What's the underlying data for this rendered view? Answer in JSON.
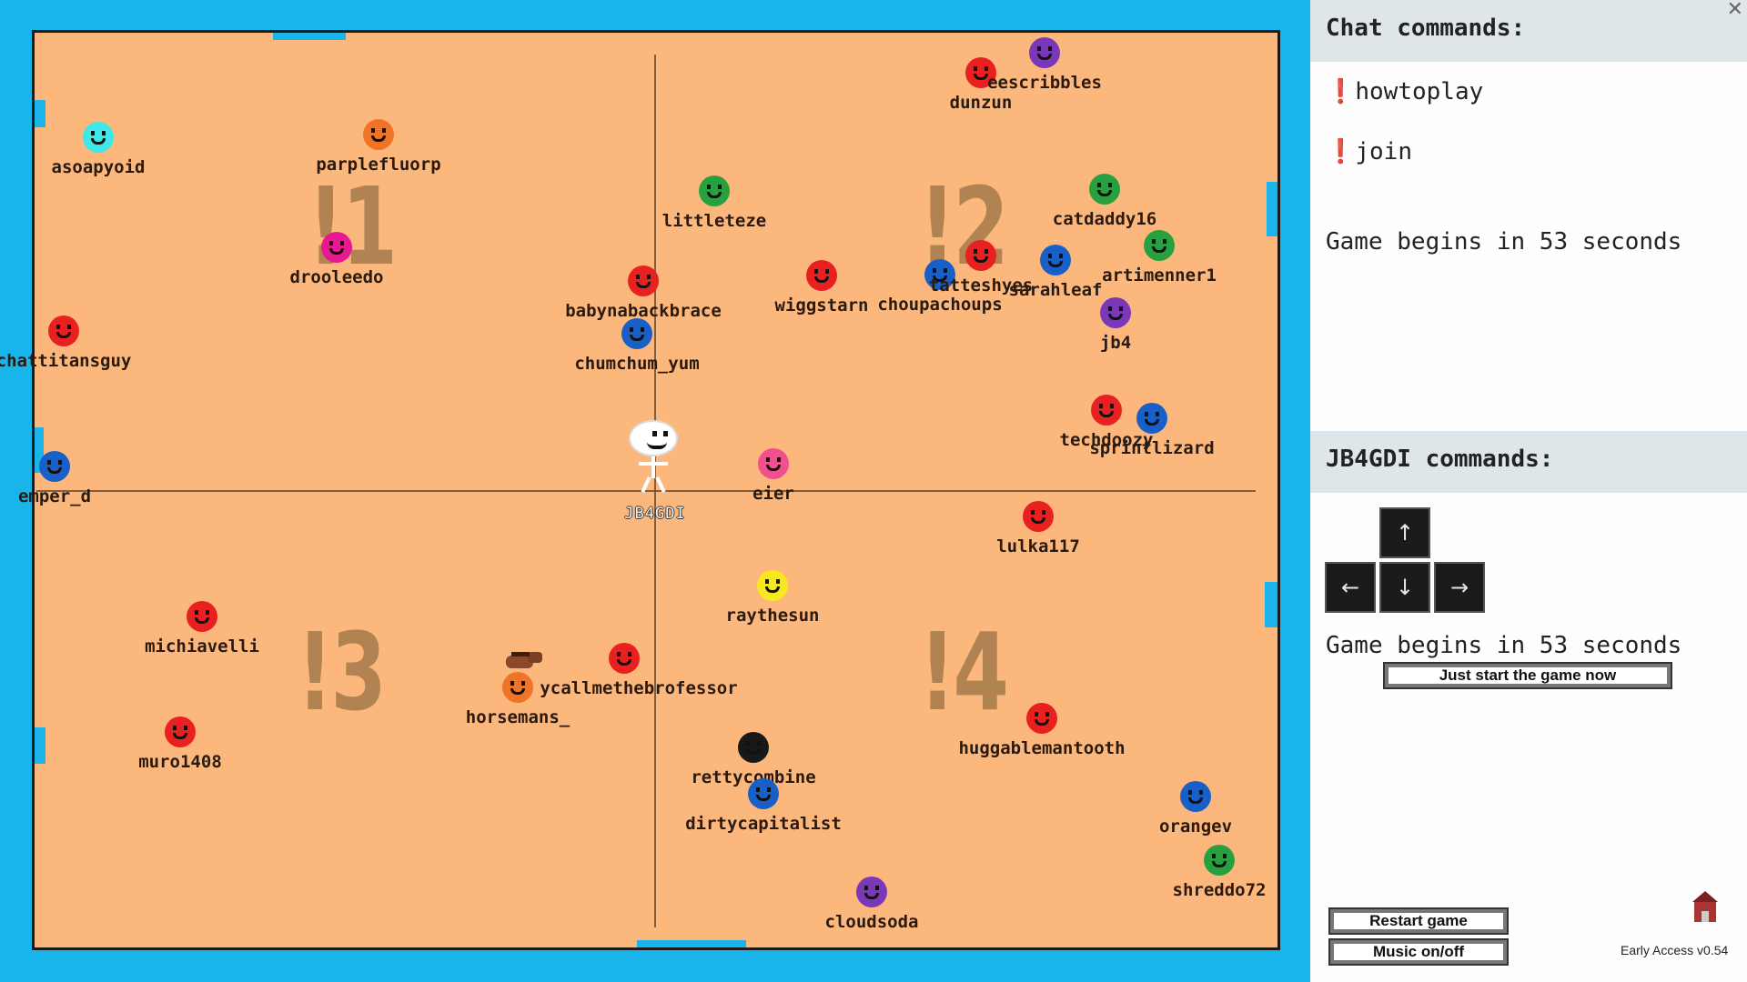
{
  "map": {
    "zones": [
      "!1",
      "!2",
      "!3",
      "!4"
    ],
    "host": "JB4GDI",
    "players": [
      {
        "name": "asoapyoid",
        "color": "#3de8e8"
      },
      {
        "name": "parplefluorp",
        "color": "#f07428"
      },
      {
        "name": "drooleedo",
        "color": "#e81890"
      },
      {
        "name": "chattitansguy",
        "color": "#e82020"
      },
      {
        "name": "emper_d",
        "color": "#1860c8"
      },
      {
        "name": "littleteze",
        "color": "#28a040"
      },
      {
        "name": "babynabackbrace",
        "color": "#e82020"
      },
      {
        "name": "chumchum_yum",
        "color": "#1860c8"
      },
      {
        "name": "wiggstarn",
        "color": "#e82020"
      },
      {
        "name": "choupachoups",
        "color": "#1860c8"
      },
      {
        "name": "tatteshyes",
        "color": "#e82020"
      },
      {
        "name": "sarahleaf",
        "color": "#1860c8"
      },
      {
        "name": "dunzun",
        "color": "#e82020"
      },
      {
        "name": "eescribbles",
        "color": "#7838b8"
      },
      {
        "name": "catdaddy16",
        "color": "#28a040"
      },
      {
        "name": "artimenner1",
        "color": "#28a040"
      },
      {
        "name": "jb4",
        "color": "#7838b8"
      },
      {
        "name": "techdoozy",
        "color": "#e82020"
      },
      {
        "name": "sprintlizard",
        "color": "#1860c8"
      },
      {
        "name": "eier",
        "color": "#f05090"
      },
      {
        "name": "lulka117",
        "color": "#e82020"
      },
      {
        "name": "raythesun",
        "color": "#f8e820"
      },
      {
        "name": "michiavelli",
        "color": "#e82020"
      },
      {
        "name": "ycallmethebrofessor",
        "color": "#e82020"
      },
      {
        "name": "horsemans_",
        "color": "#f07428"
      },
      {
        "name": "muro1408",
        "color": "#e82020"
      },
      {
        "name": "rettycombine",
        "color": "#181818"
      },
      {
        "name": "dirtycapitalist",
        "color": "#1860c8"
      },
      {
        "name": "huggablemantooth",
        "color": "#e82020"
      },
      {
        "name": "orangev",
        "color": "#1860c8"
      },
      {
        "name": "shreddo72",
        "color": "#28a040"
      },
      {
        "name": "cloudsoda",
        "color": "#7838b8"
      }
    ]
  },
  "panel": {
    "chat_title": "Chat commands:",
    "cmd_howtoplay": "❗howtoplay",
    "cmd_join": "❗join",
    "countdown_chat": "Game begins in 53 seconds",
    "host_title": "JB4GDI commands:",
    "keys": {
      "up": "↑",
      "left": "←",
      "down": "↓",
      "right": "→"
    },
    "countdown_host": "Game begins in 53 seconds",
    "start_now": "Just start the game now",
    "restart": "Restart game",
    "music": "Music on/off",
    "version": "Early Access v0.54",
    "close": "✕"
  },
  "colors": {
    "sea": "#18b4ea",
    "sand": "#fcb87c",
    "panel_header": "#dfe6ea"
  },
  "icons": [
    "close-icon",
    "home-icon",
    "horse-icon",
    "cursor-icon"
  ]
}
